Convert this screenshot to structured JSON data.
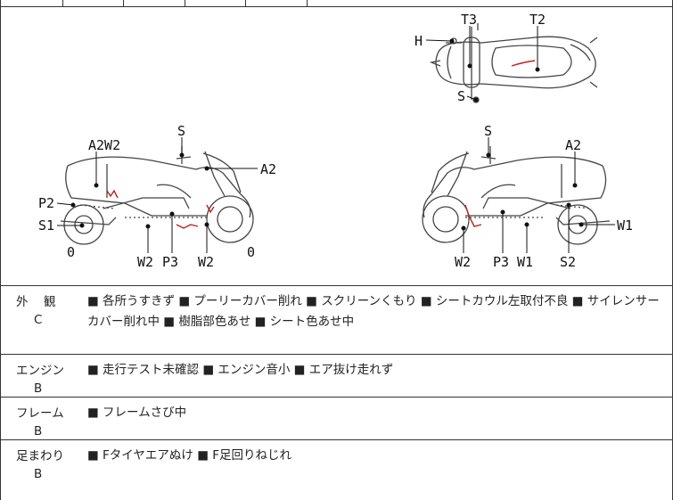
{
  "diagram": {
    "top_labels": {
      "h": "H",
      "t3": "T3",
      "t2": "T2",
      "s": "S"
    },
    "left_labels": {
      "s": "S",
      "a2w2": "A2W2",
      "a2": "A2",
      "p2": "P2",
      "s1": "S1",
      "zero_left": "0",
      "zero_right": "0",
      "w2_a": "W2",
      "p3": "P3",
      "w2_b": "W2"
    },
    "right_labels": {
      "s": "S",
      "a2": "A2",
      "w1_side": "W1",
      "w2": "W2",
      "p3": "P3",
      "w1": "W1",
      "s2": "S2"
    }
  },
  "rows": [
    {
      "name": "外　観",
      "grade": "C",
      "desc": "■ 各所うすきず ■ プーリーカバー削れ ■ スクリーンくもり ■ シートカウル左取付不良 ■ サイレンサーカバー削れ中 ■ 樹脂部色あせ ■ シート色あせ中"
    },
    {
      "name": "エンジン",
      "grade": "B",
      "desc": "■ 走行テスト未確認 ■ エンジン音小 ■ エア抜け走れず"
    },
    {
      "name": "フレーム",
      "grade": "B",
      "desc": "■ フレームさび中"
    },
    {
      "name": "足まわり",
      "grade": "B",
      "desc": "■ Fタイヤエアぬけ ■ F足回りねじれ"
    }
  ]
}
